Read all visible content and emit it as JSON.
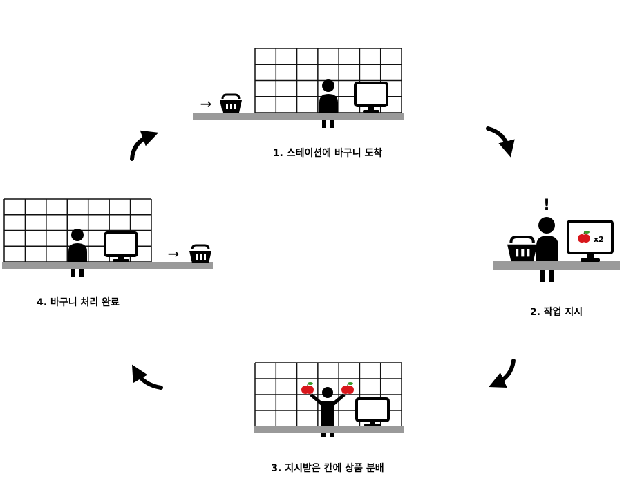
{
  "steps": [
    {
      "label": "1. 스테이션에 바구니 도착"
    },
    {
      "label": "2. 작업 지시",
      "alert": "!",
      "screen_qty": "x2"
    },
    {
      "label": "3. 지시받은 칸에 상품 분배"
    },
    {
      "label": "4. 바구니 처리 완료"
    }
  ],
  "arrow_glyph": "→",
  "colors": {
    "counter": "#9a9a9a",
    "apple": "#d8161b",
    "leaf": "#3a9a2a",
    "ink": "#000000"
  }
}
